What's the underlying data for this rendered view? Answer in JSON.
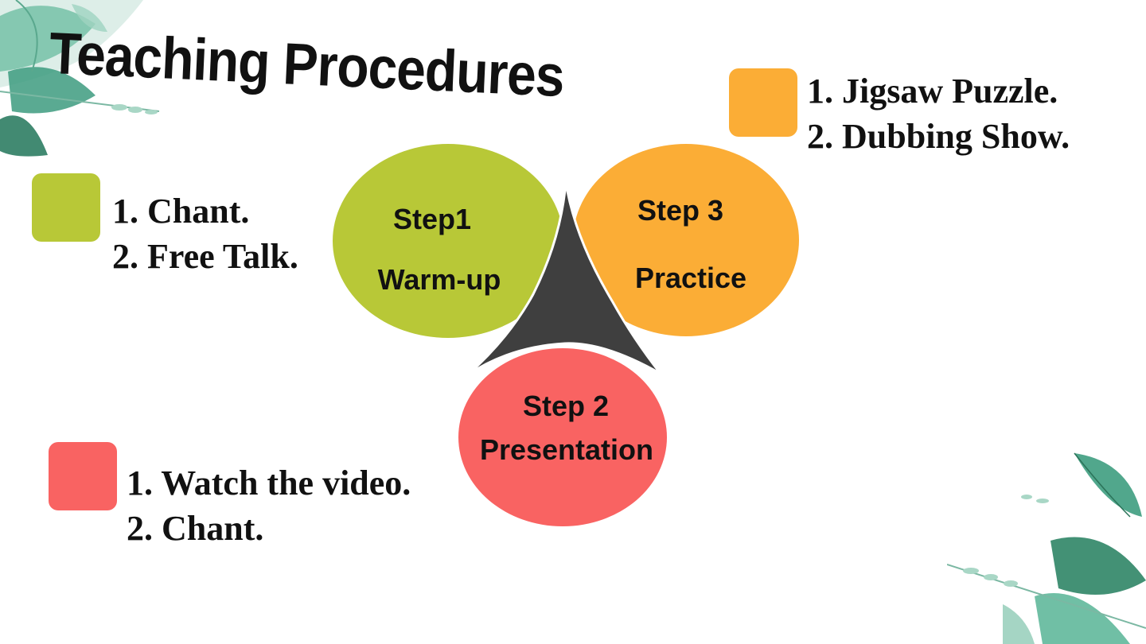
{
  "slide": {
    "title": "Teaching Procedures"
  },
  "colors": {
    "green": "#b8c837",
    "orange": "#fbad36",
    "red": "#f96362",
    "dark": "#3f3f3f",
    "leaf": "#4aa98a"
  },
  "steps": {
    "step1": {
      "number": "Step1",
      "name": "Warm-up"
    },
    "step2": {
      "number": "Step 2",
      "name": "Presentation"
    },
    "step3": {
      "number": "Step 3",
      "name": "Practice"
    }
  },
  "lists": {
    "warmup": [
      "1. Chant.",
      "2. Free Talk."
    ],
    "presentation": [
      "1. Watch the video.",
      "2. Chant."
    ],
    "practice": [
      "1. Jigsaw Puzzle.",
      "2. Dubbing Show."
    ]
  }
}
